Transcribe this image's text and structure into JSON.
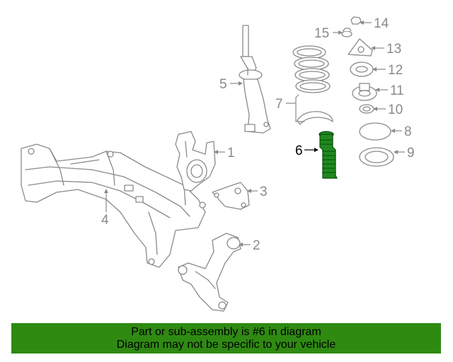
{
  "diagram": {
    "callouts": [
      {
        "id": "1",
        "label": "1"
      },
      {
        "id": "2",
        "label": "2"
      },
      {
        "id": "3",
        "label": "3"
      },
      {
        "id": "4",
        "label": "4"
      },
      {
        "id": "5",
        "label": "5"
      },
      {
        "id": "6",
        "label": "6",
        "highlighted": true
      },
      {
        "id": "7",
        "label": "7"
      },
      {
        "id": "8",
        "label": "8"
      },
      {
        "id": "9",
        "label": "9"
      },
      {
        "id": "10",
        "label": "10"
      },
      {
        "id": "11",
        "label": "11"
      },
      {
        "id": "12",
        "label": "12"
      },
      {
        "id": "13",
        "label": "13"
      },
      {
        "id": "14",
        "label": "14"
      },
      {
        "id": "15",
        "label": "15"
      }
    ],
    "colors": {
      "line": "#8a8a8a",
      "highlight_part": "#1f8a1f",
      "banner_background": "#2f8a12"
    }
  },
  "banner": {
    "line1": "Part or sub-assembly is #6 in diagram",
    "line2": "Diagram may not be specific to your vehicle"
  }
}
